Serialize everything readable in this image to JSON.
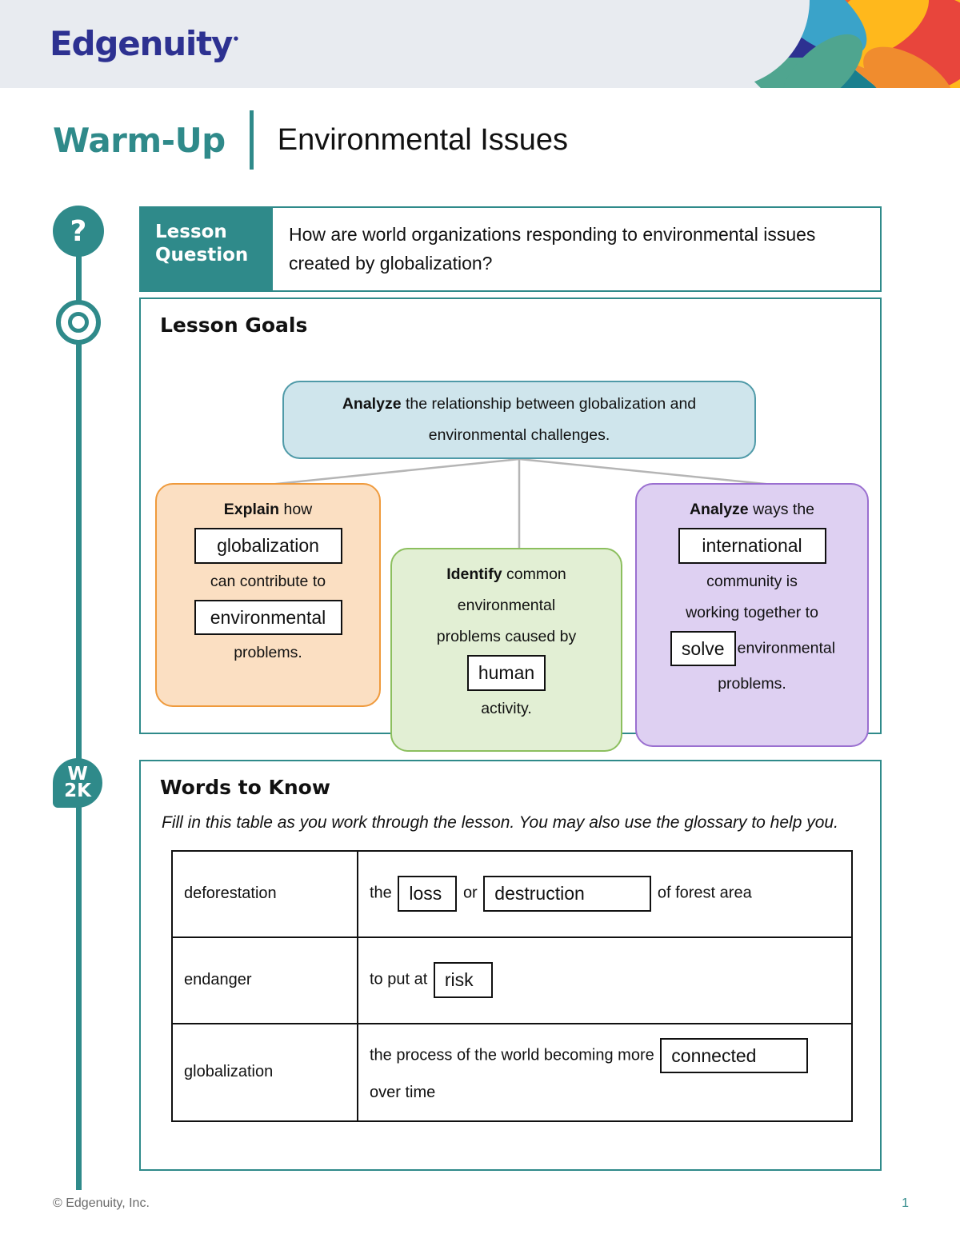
{
  "header": {
    "brand": "Edgenuity",
    "brand_tm": "•"
  },
  "title": {
    "kicker": "Warm-Up",
    "topic": "Environmental Issues"
  },
  "timeline": {
    "question_icon": "?",
    "goal_icon": "target-ring",
    "w2k_icon_line1": "W",
    "w2k_icon_line2": "2K"
  },
  "lesson_question": {
    "label": "Lesson Question",
    "label_line1": "Lesson",
    "label_line2": "Question",
    "text": "How are world organizations responding to environmental issues created by globalization?"
  },
  "lesson_goals": {
    "heading": "Lesson Goals",
    "top_box": {
      "bold": "Analyze",
      "rest": " the relationship between globalization and environmental challenges.",
      "line1_bold": "Analyze",
      "line1_rest": " the relationship between globalization and",
      "line2": "environmental challenges."
    },
    "orange_box": {
      "bold": "Explain",
      "pre": " how",
      "answer1": "globalization",
      "mid": "can contribute to",
      "answer2": "environmental",
      "post": "problems."
    },
    "green_box": {
      "bold": "Identify",
      "pre": " common",
      "line2": "environmental",
      "line3": "problems caused by",
      "answer1": "human",
      "post": "activity."
    },
    "purple_box": {
      "bold": "Analyze",
      "pre": " ways the",
      "answer1": "international",
      "line2": "community is",
      "line3": "working together to",
      "answer2": "solve",
      "tail": "environmental",
      "post": "problems."
    }
  },
  "words_to_know": {
    "heading": "Words to Know",
    "intro": "Fill in this table as you work through the lesson. You may also use the glossary to help you.",
    "rows": [
      {
        "term": "deforestation",
        "parts": [
          {
            "type": "text",
            "value": "the"
          },
          {
            "type": "answer",
            "value": "loss",
            "size": "sm"
          },
          {
            "type": "text",
            "value": "or"
          },
          {
            "type": "answer",
            "value": "destruction",
            "size": "wide"
          },
          {
            "type": "text",
            "value": "of forest area"
          }
        ]
      },
      {
        "term": "endanger",
        "parts": [
          {
            "type": "text",
            "value": "to put at"
          },
          {
            "type": "answer",
            "value": "risk",
            "size": "sm"
          }
        ]
      },
      {
        "term": "globalization",
        "parts": [
          {
            "type": "text",
            "value": "the process of the world becoming more"
          },
          {
            "type": "answer",
            "value": "connected",
            "size": "mid"
          },
          {
            "type": "text",
            "value": "over time"
          }
        ]
      }
    ]
  },
  "footer": {
    "copyright": "© Edgenuity, Inc.",
    "page": "1"
  },
  "colors": {
    "teal": "#2f8a8a",
    "brand_navy": "#2d3191",
    "header_bg": "#e8ebf0",
    "box_blue": "#cfe5ec",
    "box_blue_border": "#4f9aa8",
    "box_orange": "#fbdfc2",
    "box_orange_border": "#ef9a3c",
    "box_green": "#e2efd4",
    "box_green_border": "#8cbf5e",
    "box_purple": "#ded0f2",
    "box_purple_border": "#9a6fd0",
    "connector_gray": "#b5b5b5"
  }
}
